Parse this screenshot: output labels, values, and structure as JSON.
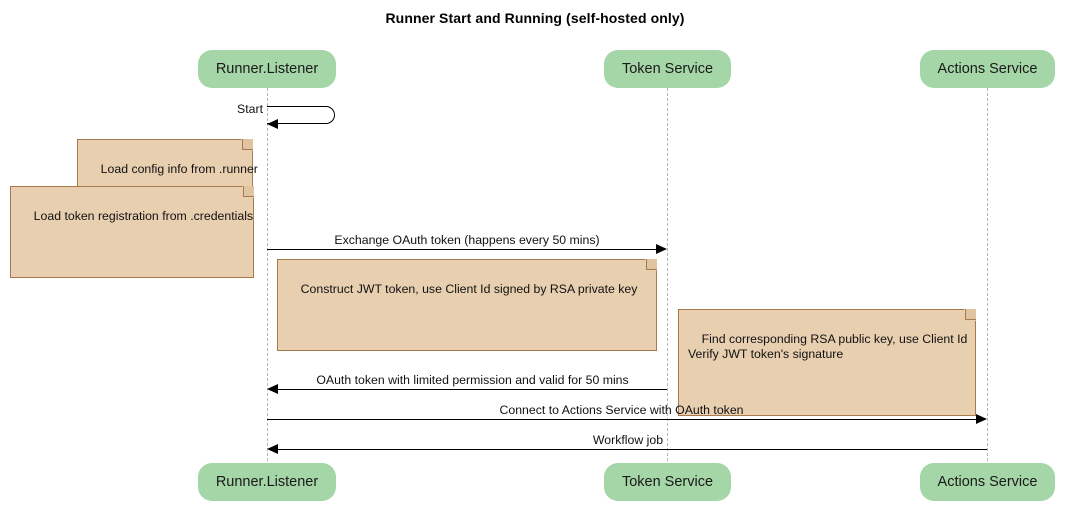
{
  "diagram": {
    "title": "Runner Start and Running (self-hosted only)",
    "type": "sequence-diagram",
    "colors": {
      "participant_fill": "#a5d6a7",
      "note_fill": "#e8cfb0",
      "note_border": "#a8794d",
      "lifeline": "#b4b4b4",
      "line": "#000000",
      "background": "#ffffff"
    }
  },
  "participants": [
    {
      "id": "runner",
      "label": "Runner.Listener"
    },
    {
      "id": "token",
      "label": "Token Service"
    },
    {
      "id": "actions",
      "label": "Actions Service"
    }
  ],
  "messages": [
    {
      "id": "m1",
      "label": "Start",
      "from": "runner",
      "to": "runner",
      "kind": "self",
      "direction": "loop"
    },
    {
      "id": "m2",
      "label": "Exchange OAuth token (happens every 50 mins)",
      "from": "runner",
      "to": "token",
      "kind": "solid",
      "direction": "right"
    },
    {
      "id": "m3",
      "label": "OAuth token with limited permission and valid for 50 mins",
      "from": "token",
      "to": "runner",
      "kind": "solid",
      "direction": "left"
    },
    {
      "id": "m4",
      "label": "Connect to Actions Service with OAuth token",
      "from": "runner",
      "to": "actions",
      "kind": "solid",
      "direction": "right"
    },
    {
      "id": "m5",
      "label": "Workflow job",
      "from": "actions",
      "to": "runner",
      "kind": "solid",
      "direction": "left"
    }
  ],
  "notes": [
    {
      "id": "n1",
      "text": "Load config info from .runner",
      "over": "runner"
    },
    {
      "id": "n2",
      "text": "Load token registration from .credentials",
      "over": "runner"
    },
    {
      "id": "n3",
      "text": "Construct JWT token, use Client Id signed by RSA private key",
      "over": "runner"
    },
    {
      "id": "n4",
      "text": "Find corresponding RSA public key, use Client Id\nVerify JWT token's signature",
      "over": "token"
    }
  ]
}
